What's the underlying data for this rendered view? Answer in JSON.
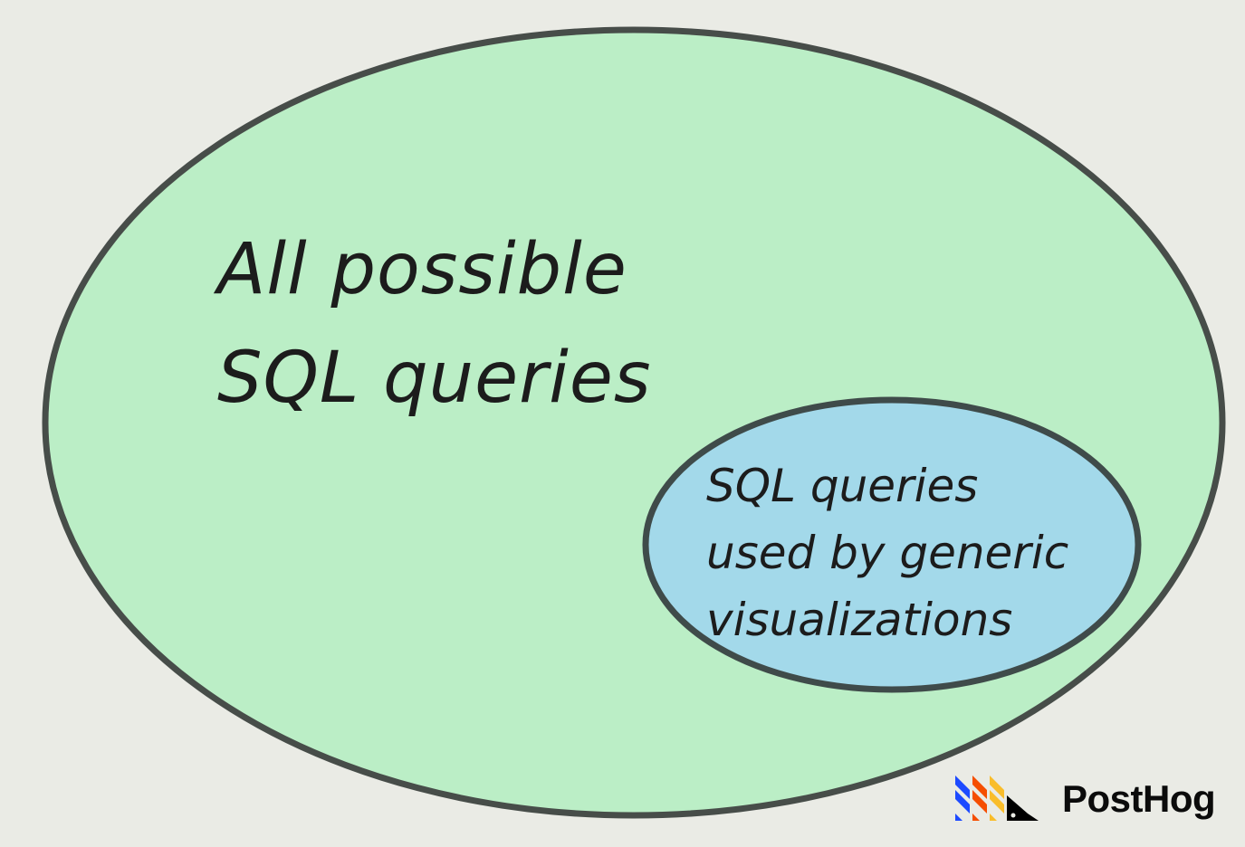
{
  "diagram": {
    "type": "nested-euler",
    "background": "#eaebe5",
    "outer_set": {
      "label_line1": "All possible",
      "label_line2": "SQL queries",
      "fill": "#bbeec6",
      "stroke": "#474d49"
    },
    "inner_set": {
      "label_line1": "SQL queries",
      "label_line2": "used by generic",
      "label_line3": "visualizations",
      "fill": "#a3d9ea",
      "stroke": "#3f4b4a"
    }
  },
  "branding": {
    "logo_text": "PostHog",
    "logo_colors": [
      "#1d4aff",
      "#f54e00",
      "#f9bd2b",
      "#000000"
    ]
  }
}
